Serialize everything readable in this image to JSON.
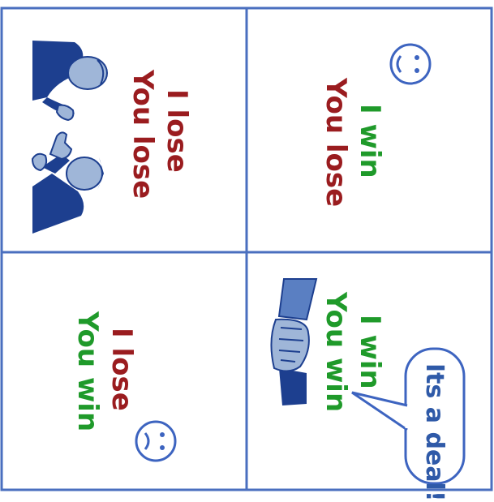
{
  "quadrants": {
    "lose_lose": {
      "line1": "I lose",
      "line2": "You lose",
      "icon": "two-men-arguing-illustration"
    },
    "win_lose": {
      "line1": "I win",
      "line2": "You lose",
      "icon": "smiley-face-icon"
    },
    "lose_win": {
      "line1": "I lose",
      "line2": "You win",
      "icon": "sad-face-icon"
    },
    "win_win": {
      "line1": "I win",
      "line2": "You win",
      "icon": "handshake-illustration",
      "bubble": "Its a deal!"
    }
  },
  "colors": {
    "border": "#4a6fbf",
    "lose": "#9a1c1f",
    "win": "#1f9a2a",
    "art": "#1d3f8f",
    "art_light": "#9fb6d8"
  }
}
